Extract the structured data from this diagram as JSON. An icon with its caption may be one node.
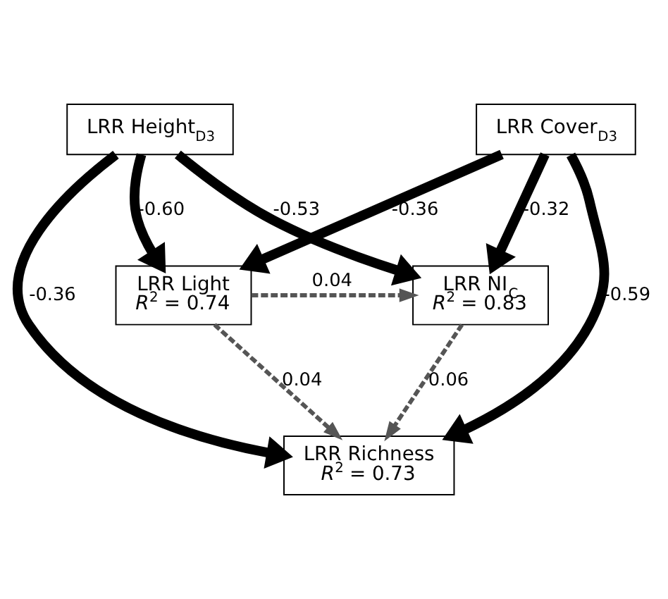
{
  "diagram": {
    "nodes": [
      {
        "text": [
          "LRR Height$_{D3}$"
        ]
      },
      {
        "text": [
          "LRR Cover$_{D3}$"
        ]
      },
      {
        "text": [
          "LRR Light",
          "*R*$^{2}$ = 0.74"
        ]
      },
      {
        "text": [
          "LRR NI$_{C}$",
          "*R*$^{2}$ = 0.83"
        ]
      },
      {
        "text": [
          "LRR Richness",
          "*R*$^{2}$ = 0.73"
        ]
      }
    ],
    "edges": [
      {
        "from": 0,
        "to": 2,
        "arrow": "to",
        "label": "-0.60"
      },
      {
        "from": 0,
        "to": 4,
        "arrow": "to",
        "label": "-0.36"
      },
      {
        "from": 0,
        "to": 3,
        "arrow": "to",
        "label": "-0.53"
      },
      {
        "from": 1,
        "to": 2,
        "arrow": "to",
        "label": "-0.36"
      },
      {
        "from": 1,
        "to": 4,
        "arrow": "to",
        "label": "-0.59"
      },
      {
        "from": 1,
        "to": 3,
        "arrow": "to",
        "label": "-0.32"
      },
      {
        "from": 2,
        "to": 3,
        "arrow": "to",
        "label": "0.04",
        "style": "dashed",
        "color": "#555555"
      },
      {
        "from": 2,
        "to": 4,
        "arrow": "to",
        "label": "0.04",
        "style": "dashed",
        "color": "#555555"
      },
      {
        "from": 3,
        "to": 4,
        "arrow": "to",
        "label": "0.06",
        "style": "dashed",
        "color": "#555555"
      }
    ]
  }
}
